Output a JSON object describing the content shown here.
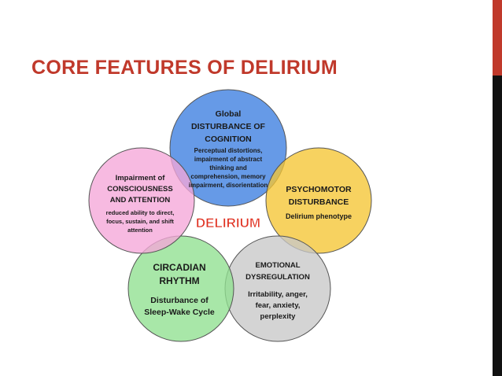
{
  "slide": {
    "title": "CORE FEATURES OF DELIRIUM",
    "title_color": "#c0392b",
    "accent_dark": "#111111",
    "accent_red": "#c0392b"
  },
  "diagram": {
    "center": {
      "label": "DELIRIUM",
      "color": "#e03020"
    },
    "circles": [
      {
        "id": "cognition",
        "color": "#3b7de0",
        "lines": [
          "Global",
          "DISTURBANCE OF",
          "COGNITION",
          "Perceptual distortions,",
          "impairment of abstract",
          "thinking and",
          "comprehension, memory",
          "impairment, disorientation"
        ]
      },
      {
        "id": "psychomotor",
        "color": "#f5c533",
        "lines": [
          "PSYCHOMOTOR",
          "DISTURBANCE",
          "Delirium phenotype"
        ]
      },
      {
        "id": "emotional",
        "color": "#c8c8c8",
        "lines": [
          "EMOTIONAL",
          "DYSREGULATION",
          "Irritability, anger,",
          "fear, anxiety,",
          "perplexity"
        ]
      },
      {
        "id": "circadian",
        "color": "#8fe08f",
        "lines": [
          "CIRCADIAN",
          "RHYTHM",
          "Disturbance of",
          "Sleep-Wake Cycle"
        ]
      },
      {
        "id": "consciousness",
        "color": "#f5a6d8",
        "lines": [
          "Impairment of",
          "CONSCIOUSNESS",
          "AND ATTENTION",
          "reduced ability to direct,",
          "focus, sustain, and shift",
          "attention"
        ]
      }
    ]
  }
}
